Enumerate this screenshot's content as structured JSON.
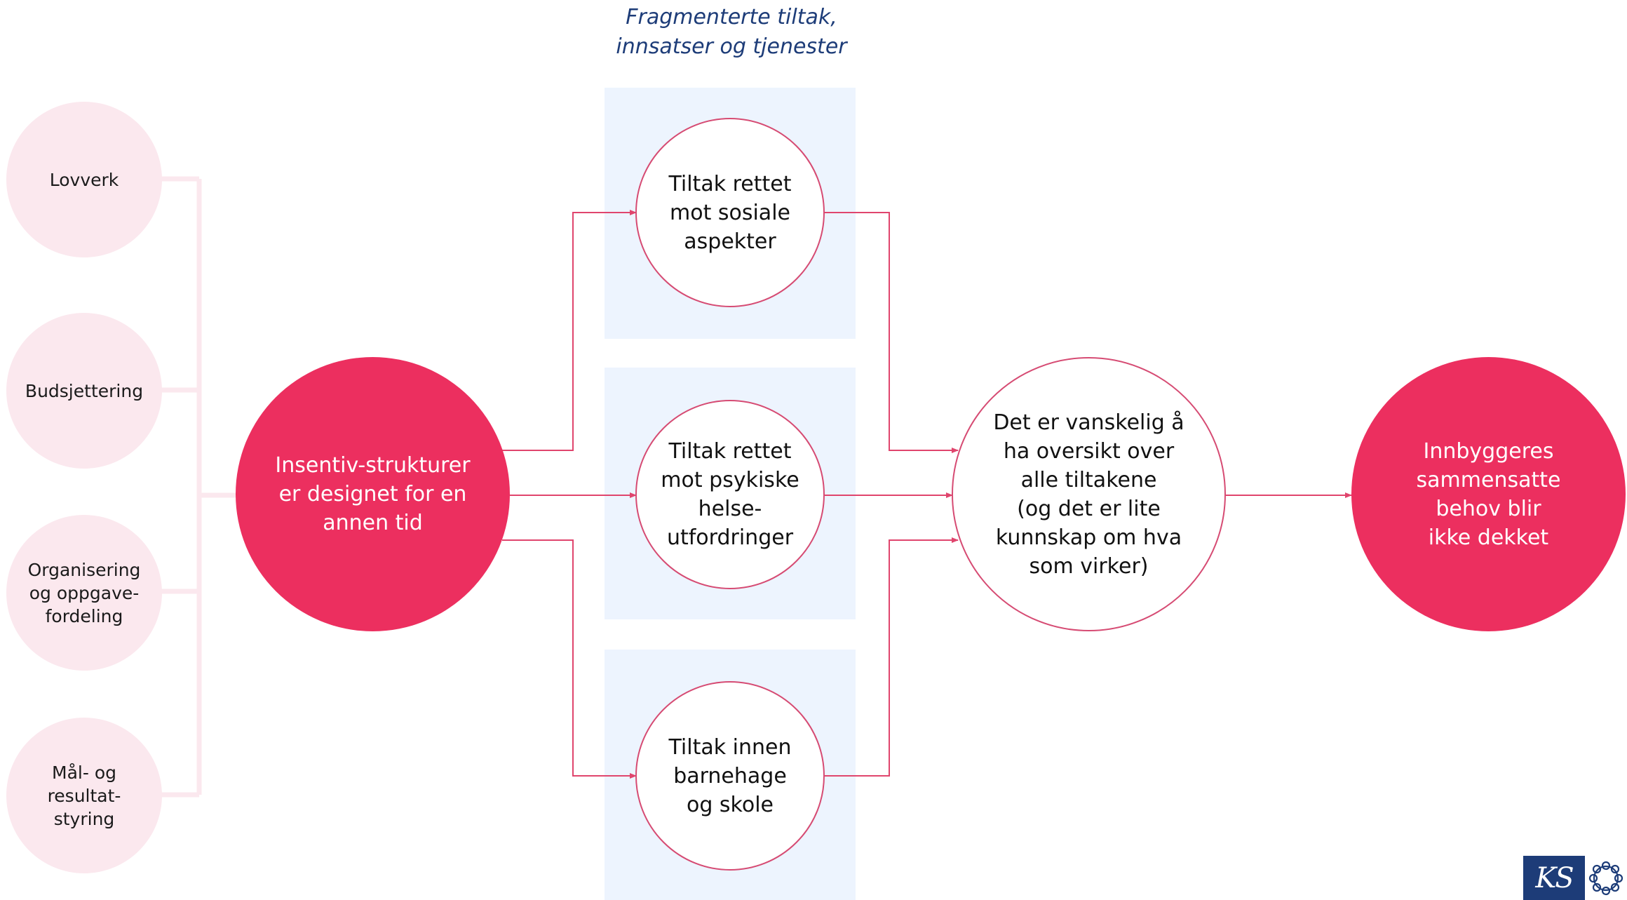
{
  "colors": {
    "accent_red": "#ec2f5f",
    "factor_pink": "#fbe8ee",
    "group_panel_blue": "#edf4fe",
    "arrow_red": "#e0456d",
    "header_navy": "#1d3c78"
  },
  "group_header": {
    "line1": "Fragmenterte tiltak,",
    "line2": "innsatser og tjenester"
  },
  "factors": [
    {
      "lines": [
        "Lovverk"
      ]
    },
    {
      "lines": [
        "Budsjettering"
      ]
    },
    {
      "lines": [
        "Organisering",
        "og oppgave-",
        "fordeling"
      ]
    },
    {
      "lines": [
        "Mål- og",
        "resultat-",
        "styring"
      ]
    }
  ],
  "cause": {
    "lines": [
      "Insentiv-strukturer",
      "er designet for en",
      "annen tid"
    ]
  },
  "measures": [
    {
      "lines": [
        "Tiltak rettet",
        "mot sosiale",
        "aspekter"
      ]
    },
    {
      "lines": [
        "Tiltak rettet",
        "mot psykiske",
        "helse-",
        "utfordringer"
      ]
    },
    {
      "lines": [
        "Tiltak innen",
        "barnehage",
        "og skole"
      ]
    }
  ],
  "overview": {
    "lines": [
      "Det er vanskelig å",
      "ha oversikt over",
      "alle tiltakene",
      "(og det er lite",
      "kunnskap om hva",
      "som virker)"
    ]
  },
  "outcome": {
    "lines": [
      "Innbyggeres",
      "sammensatte",
      "behov blir",
      "ikke dekket"
    ]
  },
  "logo": {
    "text": "KS",
    "emblem": "chain-ring-icon"
  }
}
